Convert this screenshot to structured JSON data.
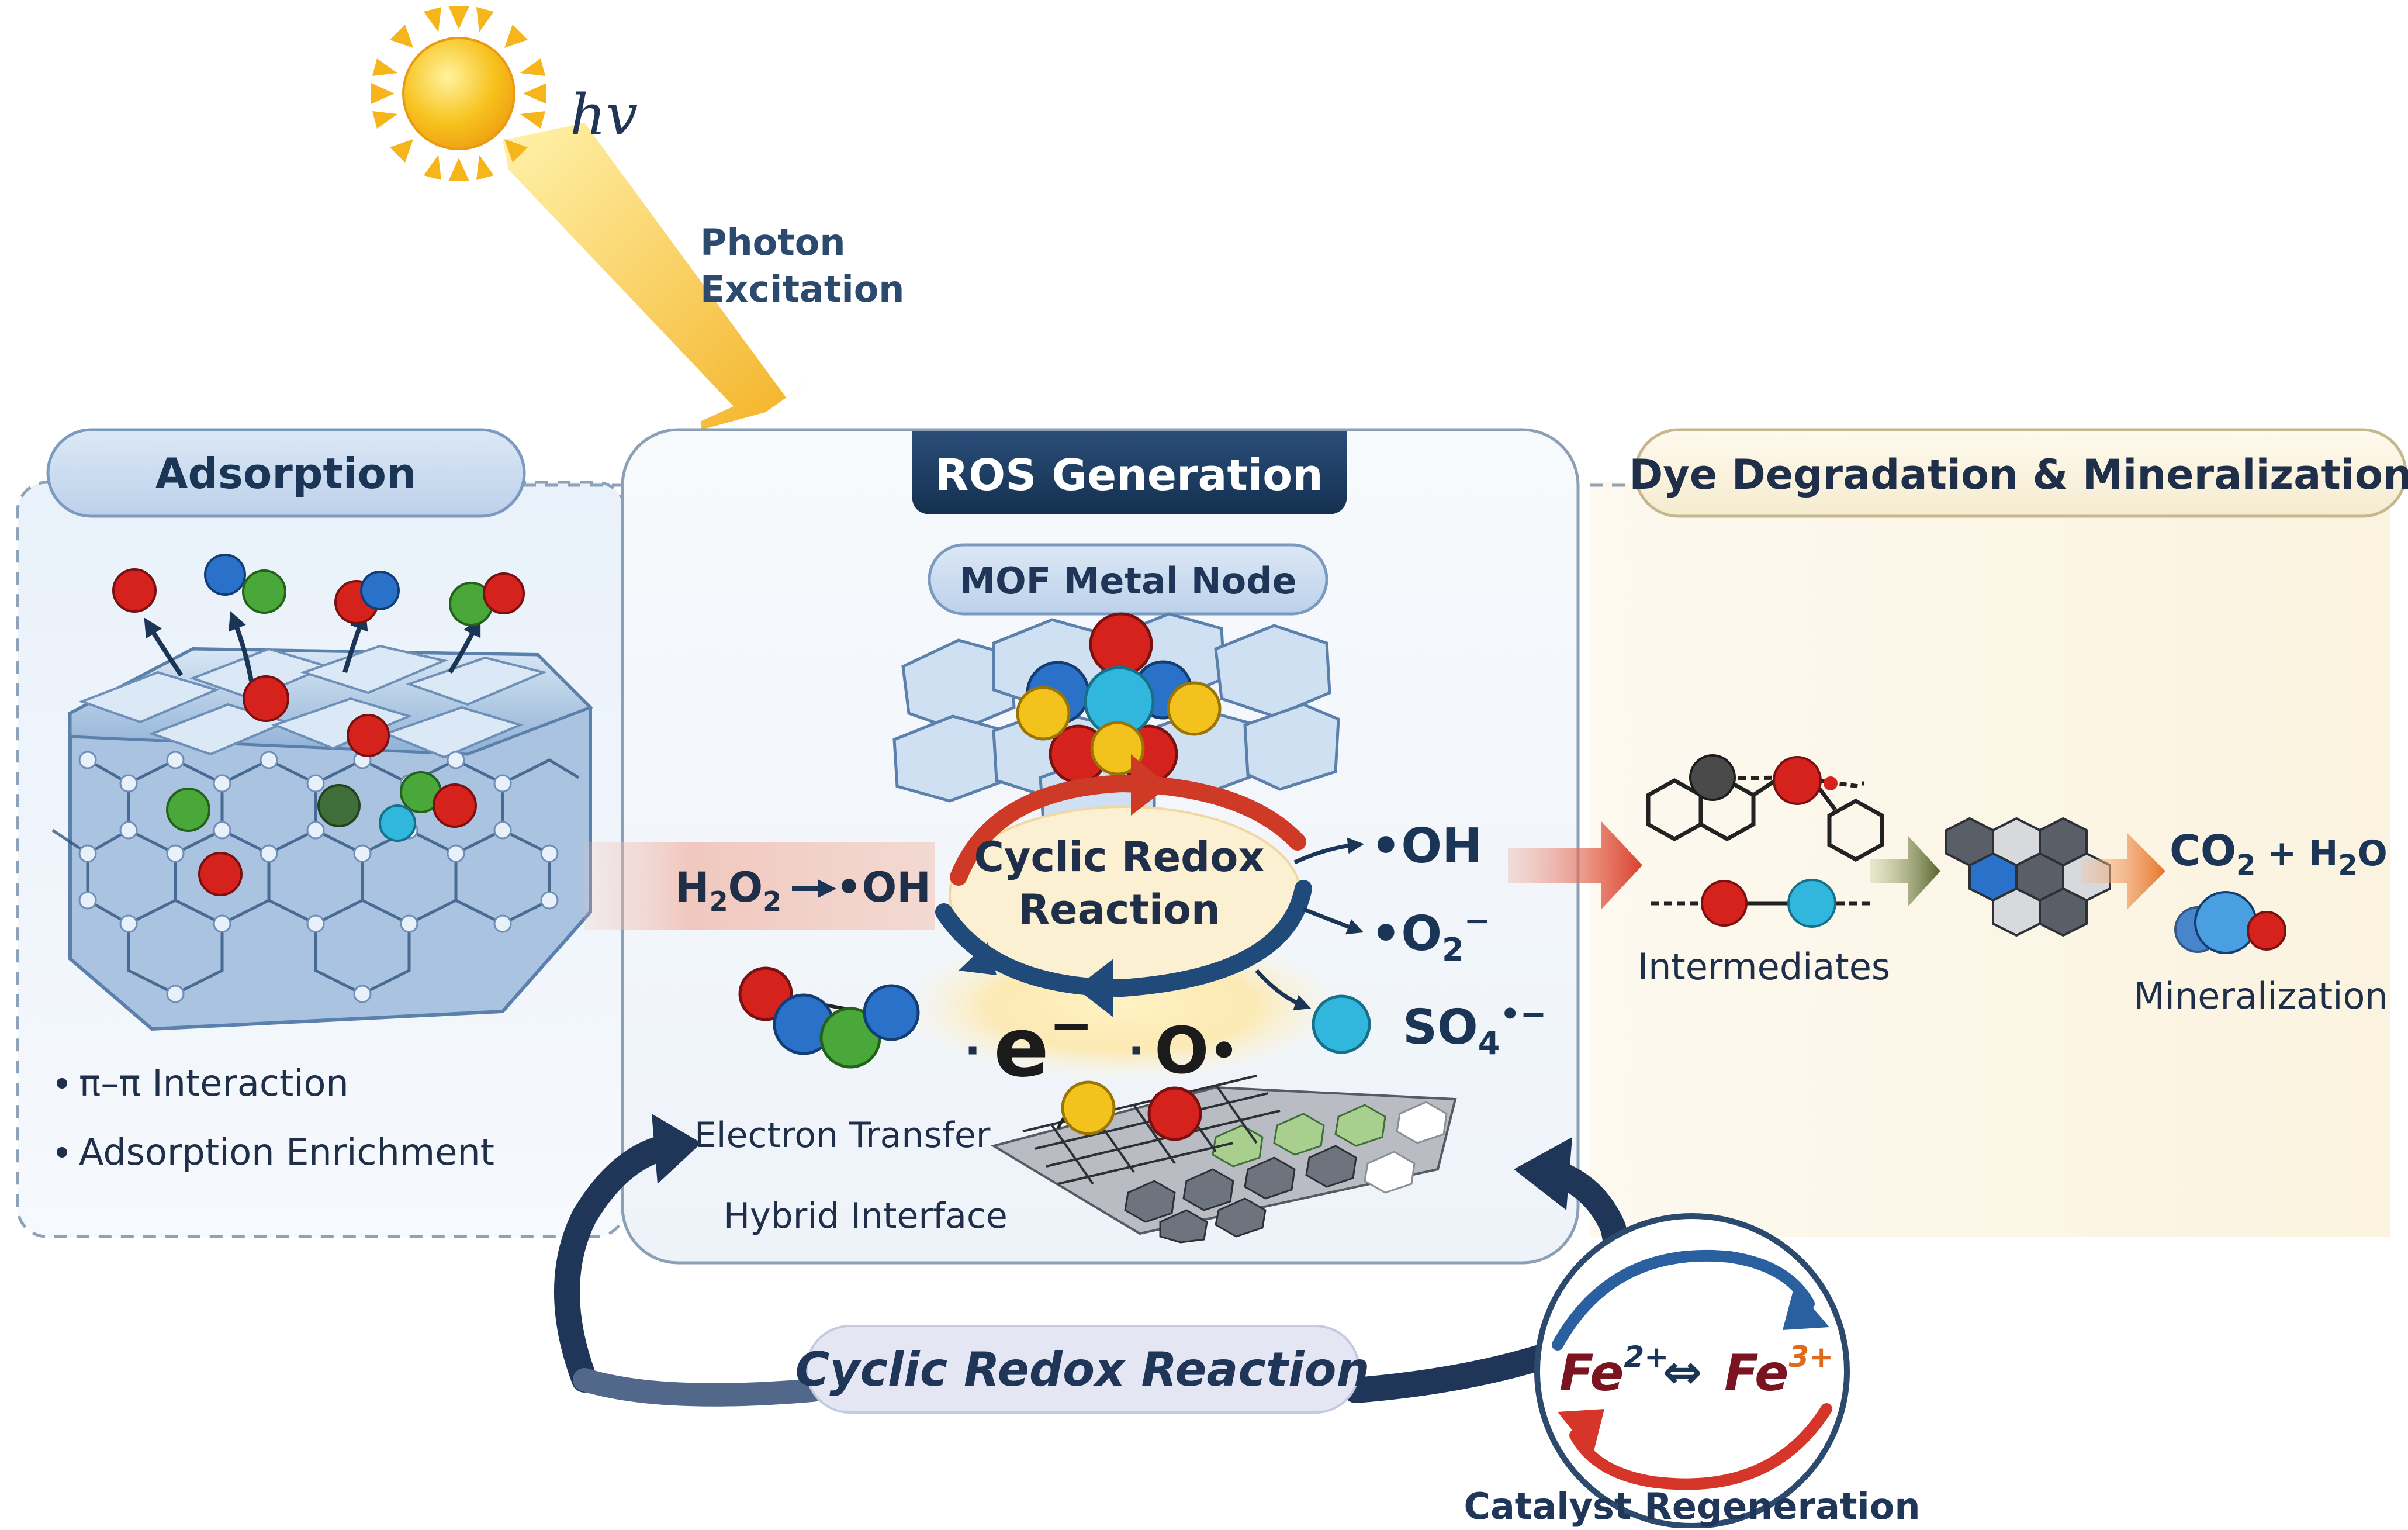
{
  "light": {
    "hv": "hv",
    "photon_line1": "Photon",
    "photon_line2": "Excitation"
  },
  "adsorption": {
    "title": "Adsorption",
    "bullets": [
      "π–π Interaction",
      "Adsorption Enrichment"
    ]
  },
  "ros": {
    "title": "ROS Generation",
    "node_label": "MOF Metal Node",
    "cycle_line1": "Cyclic Redox",
    "cycle_line2": "Reaction",
    "h2o2": "H",
    "h2o2_sub1": "2",
    "h2o2_o": "O",
    "h2o2_sub2": "2",
    "h2o2_product": "•OH",
    "oh": "•OH",
    "o2": "•O",
    "o2_sub": "2",
    "o2_sup": "−",
    "so4": "SO",
    "so4_sub": "4",
    "so4_sup": "•−",
    "electron": "e",
    "electron_sup": "−",
    "o_radical": "O",
    "o_radical_sup": "•",
    "electron_transfer": "Electron Transfer",
    "hybrid_interface": "Hybrid Interface"
  },
  "degradation": {
    "title": "Dye Degradation & Mineralization",
    "intermediates": "Intermediates",
    "co2": "CO",
    "co2_sub": "2",
    "plus_water": "+ H",
    "water_sub": "2",
    "water_o": "O",
    "mineralization": "Mineralization"
  },
  "cycle": {
    "label": "Cyclic Redox Reaction",
    "fe2": "Fe",
    "fe2_sup": "2+",
    "fe3": "Fe",
    "fe3_sup": "3+",
    "regeneration": "Catalyst Regeneration"
  },
  "colors": {
    "navy": "#1b3556",
    "red_arrow": "#d9412e",
    "orange_arrow": "#e8752a",
    "olive_arrow": "#5e6b34",
    "sun": "#f7b51c",
    "atom_red": "#d6221d",
    "atom_blue": "#2a72c9",
    "atom_green": "#4aa83b",
    "atom_yellow": "#f3c21d",
    "atom_cyan": "#31b7dd"
  }
}
